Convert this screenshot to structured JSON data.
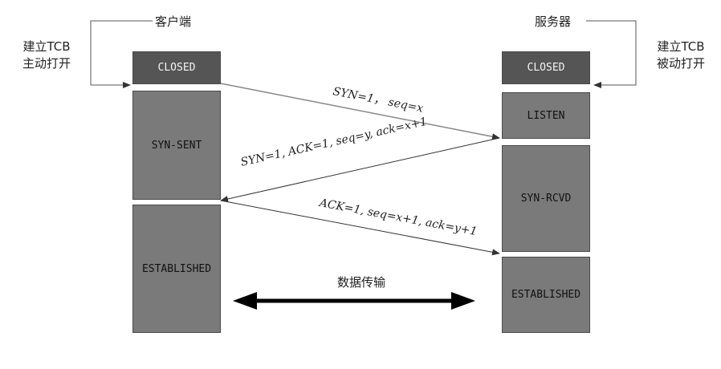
{
  "client": {
    "title": "客户端",
    "open_label_line1": "建立TCB",
    "open_label_line2": "主动打开",
    "states": [
      "CLOSED",
      "SYN-SENT",
      "ESTABLISHED"
    ]
  },
  "server": {
    "title": "服务器",
    "open_label_line1": "建立TCB",
    "open_label_line2": "被动打开",
    "states": [
      "CLOSED",
      "LISTEN",
      "SYN-RCVD",
      "ESTABLISHED"
    ]
  },
  "messages": {
    "syn": "SYN=1， seq=x",
    "syn_ack": "SYN=1, ACK=1, seq=y, ack=x+1",
    "ack": "ACK=1, seq=x+1, ack=y+1"
  },
  "data_transfer": "数据传输",
  "colors": {
    "dark_box": "#555555",
    "mid_box": "#7a7a7a",
    "line": "#333333"
  }
}
